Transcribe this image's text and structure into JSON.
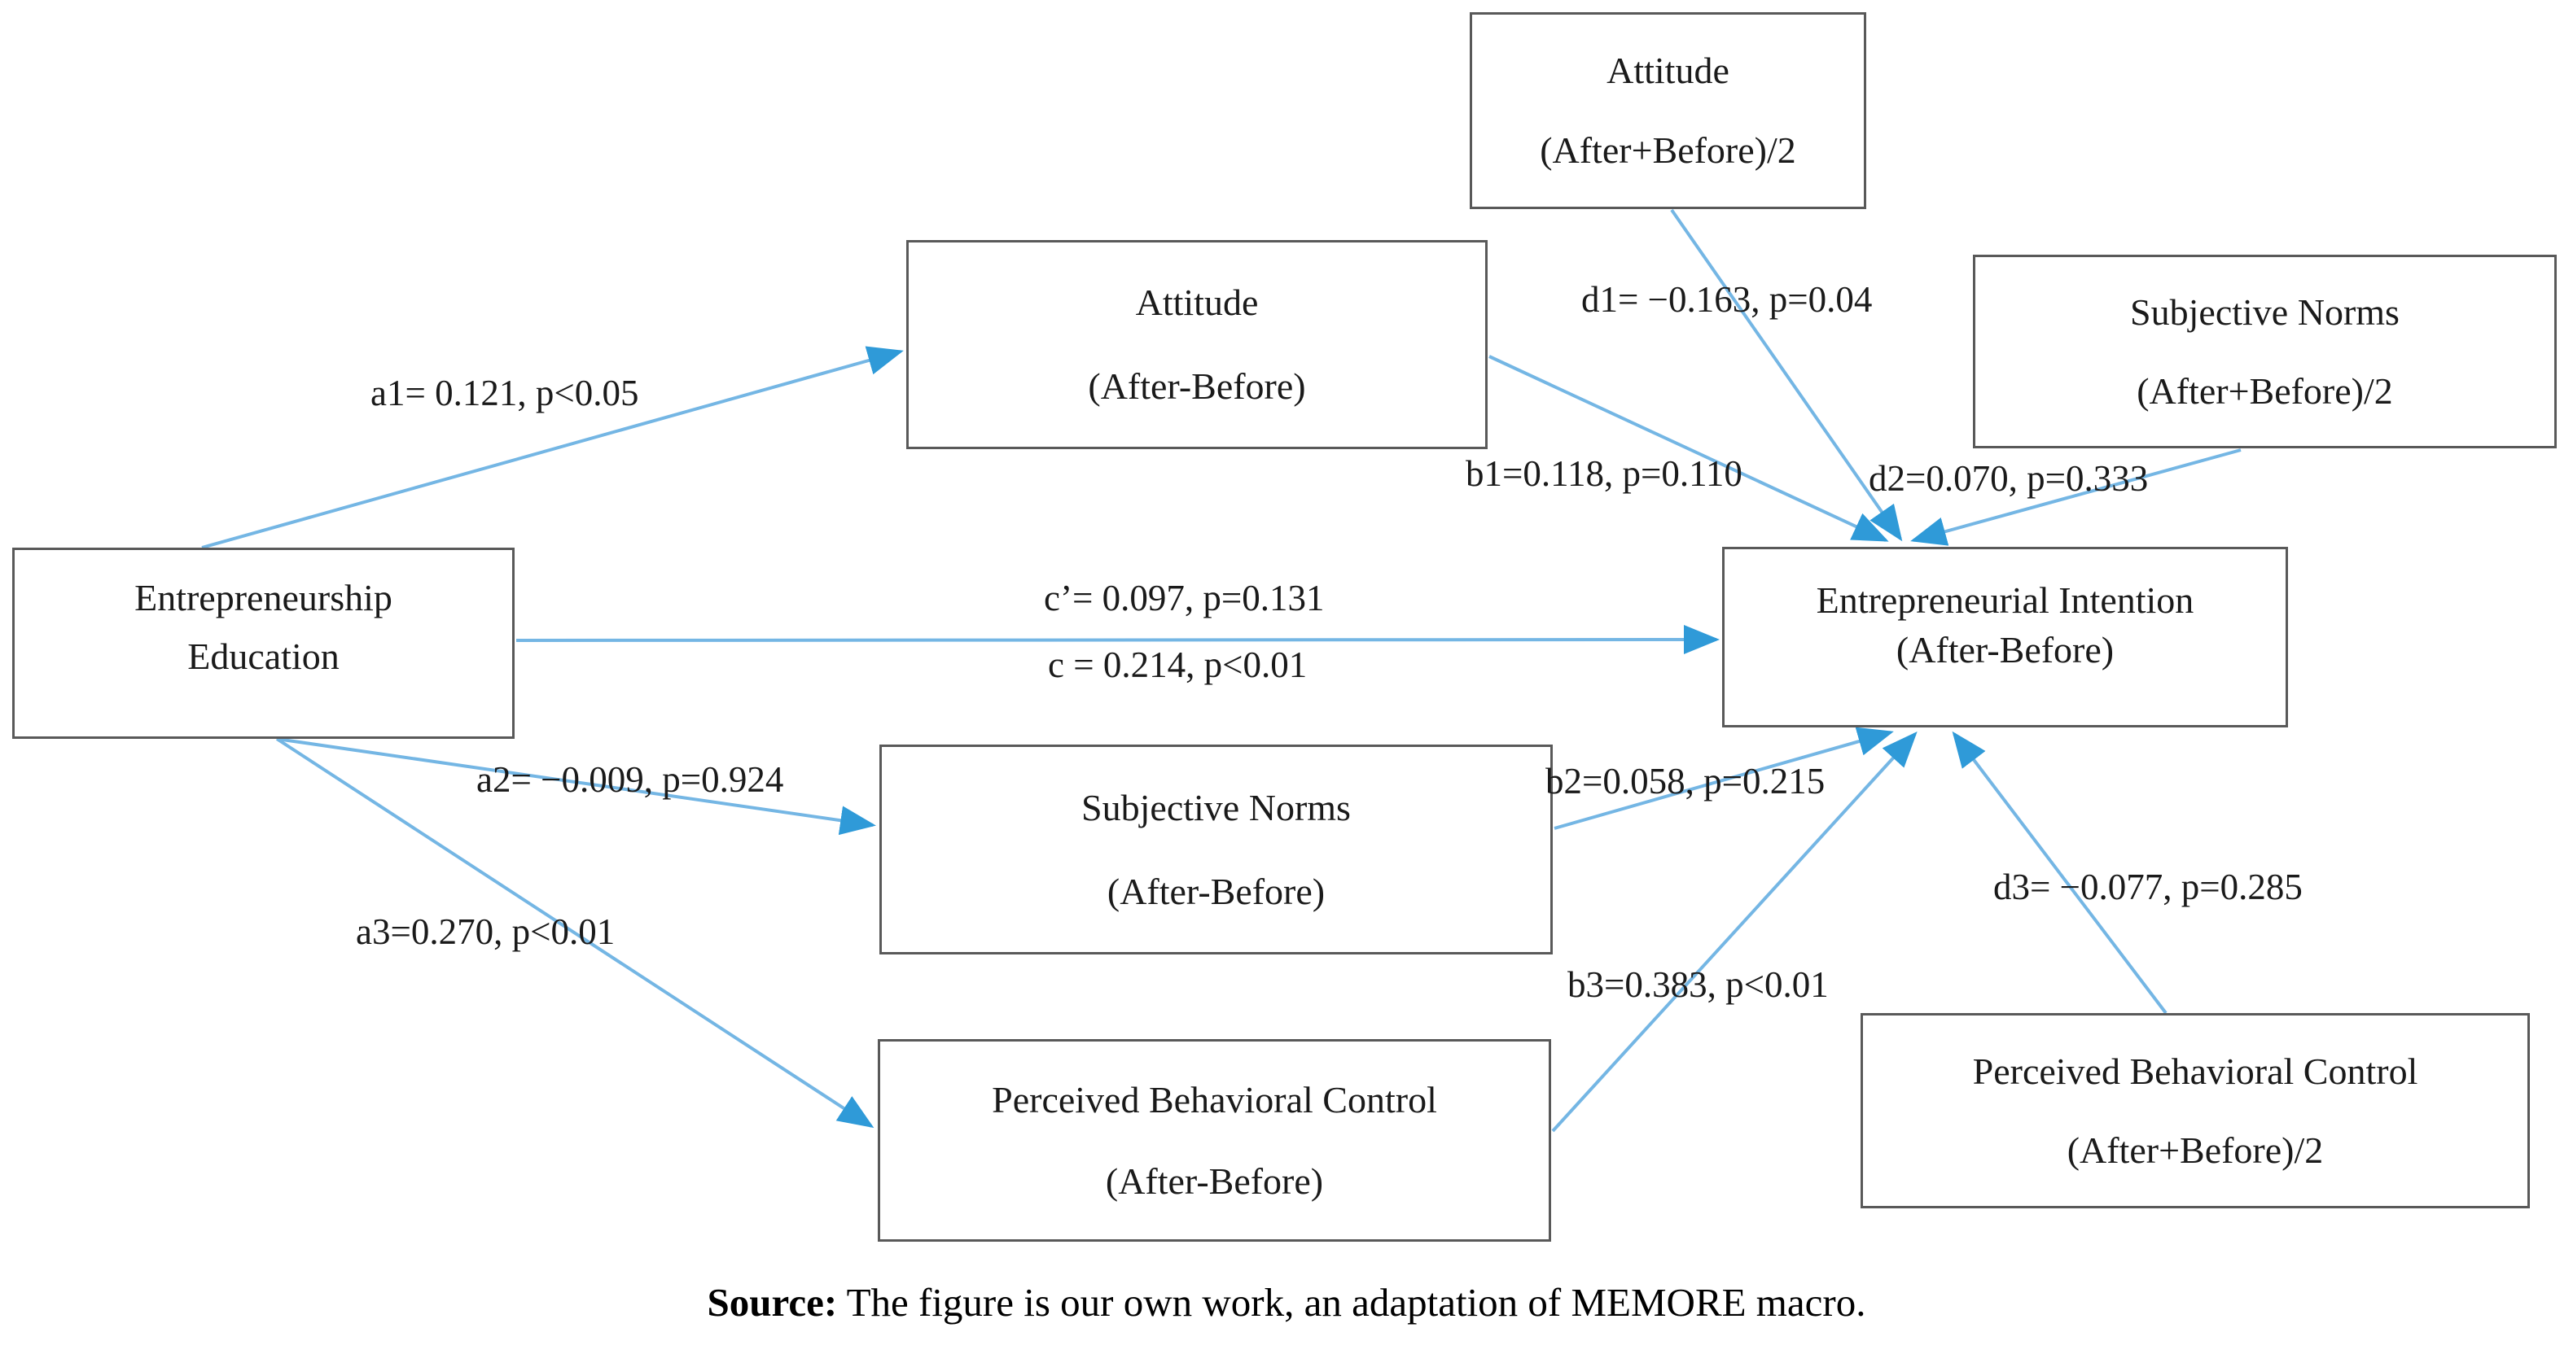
{
  "diagram": {
    "boxes": {
      "attitude_mean": {
        "line1": "Attitude",
        "line2": "(After+Before)/2"
      },
      "attitude_diff": {
        "line1": "Attitude",
        "line2": "(After-Before)"
      },
      "sn_mean": {
        "line1": "Subjective Norms",
        "line2": "(After+Before)/2"
      },
      "ee": {
        "line1": "Entrepreneurship",
        "line2": "Education"
      },
      "ei": {
        "line1": "Entrepreneurial Intention",
        "line2": "(After-Before)"
      },
      "sn_diff": {
        "line1": "Subjective Norms",
        "line2": "(After-Before)"
      },
      "pbc_diff": {
        "line1": "Perceived Behavioral Control",
        "line2": "(After-Before)"
      },
      "pbc_mean": {
        "line1": "Perceived Behavioral Control",
        "line2": "(After+Before)/2"
      }
    },
    "path_labels": {
      "a1": "a1= 0.121, p<0.05",
      "d1": "d1= −0.163, p=0.04",
      "b1": "b1=0.118, p=0.110",
      "d2": "d2=0.070, p=0.333",
      "c_prime": "c’= 0.097, p=0.131",
      "c": "c = 0.214, p<0.01",
      "a2": "a2= −0.009, p=0.924",
      "b2": "b2=0.058, p=0.215",
      "a3": "a3=0.270, p<0.01",
      "b3": "b3=0.383, p<0.01",
      "d3": "d3= −0.077, p=0.285"
    },
    "source_note": {
      "label": "Source:",
      "text": " The figure is our own work, an adaptation of MEMORE macro."
    },
    "colors": {
      "line": "#74b6e4",
      "arrow": "#2f9ad8",
      "box_border": "#595959",
      "text": "#1a1a1a"
    }
  }
}
